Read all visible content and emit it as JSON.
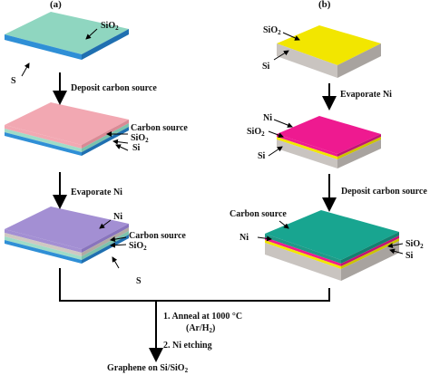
{
  "panels": {
    "a": "(a)",
    "b": "(b)"
  },
  "labels": {
    "sio2": "SiO",
    "sio2_sub": "2",
    "si": "Si",
    "s": "S",
    "carbon_source": "Carbon source",
    "ni": "Ni"
  },
  "steps": {
    "a1": "Deposit carbon source",
    "a2": "Evaporate Ni",
    "b1": "Evaporate Ni",
    "b2": "Deposit carbon source",
    "final1_prefix": "1. Anneal  at 1000 °C",
    "final1_gas_pre": "(Ar/H",
    "final1_gas_sub": "2",
    "final1_gas_post": ")",
    "final2": "2. Ni etching",
    "result_pre": "Graphene on Si/SiO",
    "result_sub": "2"
  },
  "colors": {
    "sio2_teal": "#8fd6c0",
    "si_blue": "#2f8fd6",
    "carbon_pink": "#f2a8b2",
    "ni_lavender": "#a38fd3",
    "gray_layer": "#c9c4c0",
    "yellow_sio2": "#f2e600",
    "magenta_ni": "#ee1a90",
    "teal_carbon": "#18a590"
  }
}
